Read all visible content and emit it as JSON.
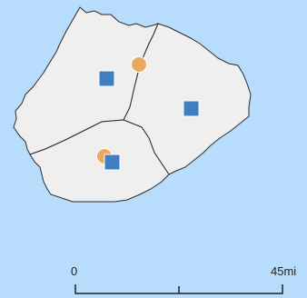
{
  "map": {
    "colors": {
      "water": "#b8dcfb",
      "land": "#efefef",
      "border": "#2b2b2b",
      "square_marker": "#3f7fc0",
      "circle_marker": "#e9a960",
      "marker_outline": "#ffffff"
    },
    "regions": [
      {
        "id": "northwest"
      },
      {
        "id": "east"
      },
      {
        "id": "south"
      }
    ],
    "markers": [
      {
        "shape": "square",
        "region": "northwest"
      },
      {
        "shape": "circle",
        "region": "northwest"
      },
      {
        "shape": "square",
        "region": "east"
      },
      {
        "shape": "circle",
        "region": "south"
      },
      {
        "shape": "square",
        "region": "south"
      }
    ],
    "scale_bar": {
      "start_label": "0",
      "end_label": "45mi"
    }
  }
}
